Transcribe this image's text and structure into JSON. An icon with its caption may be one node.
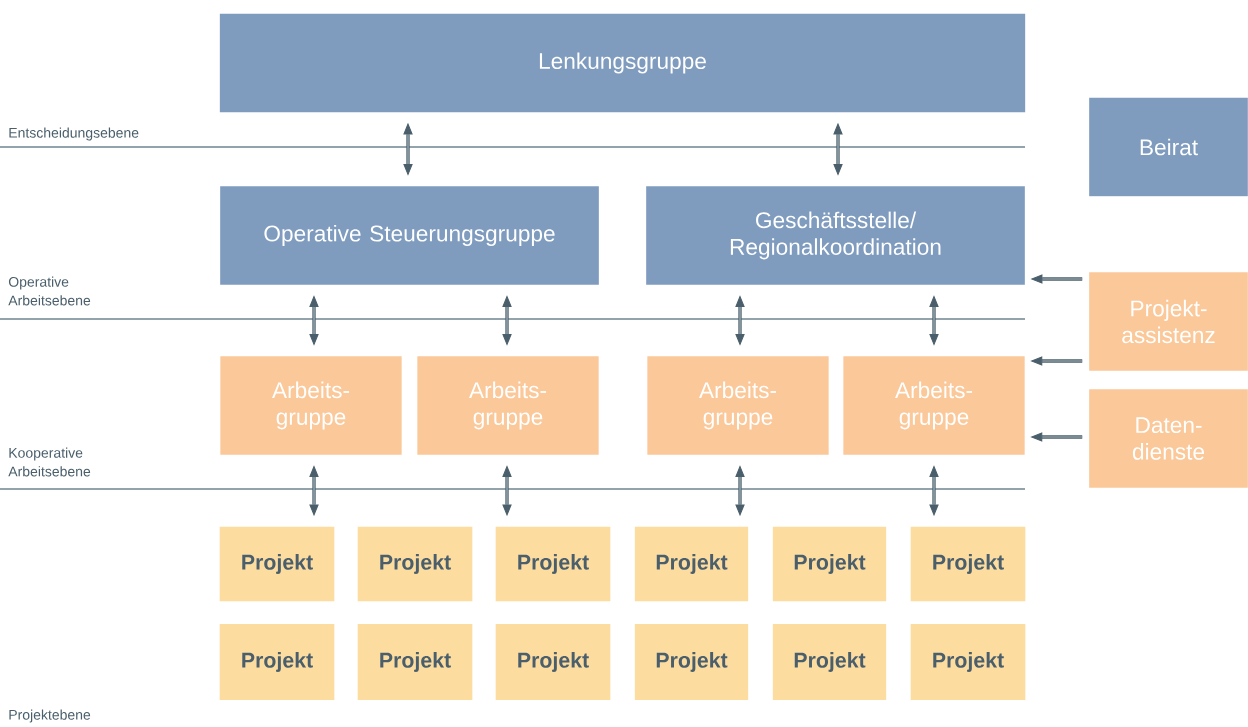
{
  "diagram": {
    "nodes": [
      {
        "text": [
          "Lenkungsgruppe"
        ]
      },
      {
        "text": [
          "Beirat"
        ]
      },
      {
        "text": [
          "Operative Steuerungsgruppe"
        ]
      },
      {
        "text": [
          "Geschäftsstelle/ Regionalkoordination"
        ]
      },
      {
        "text": [
          "Projekt- assistenz"
        ]
      },
      {
        "text": [
          "Arbeits- gruppe"
        ]
      },
      {
        "text": [
          "Arbeits- gruppe"
        ]
      },
      {
        "text": [
          "Arbeits- gruppe"
        ]
      },
      {
        "text": [
          "Arbeits- gruppe"
        ]
      },
      {
        "text": [
          "Daten- dienste"
        ]
      },
      {
        "text": [
          "Projekt"
        ]
      },
      {
        "text": [
          "Projekt"
        ]
      },
      {
        "text": [
          "Projekt"
        ]
      },
      {
        "text": [
          "Projekt"
        ]
      },
      {
        "text": [
          "Projekt"
        ]
      },
      {
        "text": [
          "Projekt"
        ]
      },
      {
        "text": [
          "Projekt"
        ]
      },
      {
        "text": [
          "Projekt"
        ]
      },
      {
        "text": [
          "Projekt"
        ]
      },
      {
        "text": [
          "Projekt"
        ]
      },
      {
        "text": [
          "Projekt"
        ]
      },
      {
        "text": [
          "Projekt"
        ]
      }
    ],
    "edges": [
      {
        "from": 0,
        "to": 2,
        "arrow": "both"
      },
      {
        "from": 0,
        "to": 3,
        "arrow": "both"
      },
      {
        "from": 2,
        "to": 5,
        "arrow": "both"
      },
      {
        "from": 2,
        "to": 6,
        "arrow": "both"
      },
      {
        "from": 3,
        "to": 7,
        "arrow": "both"
      },
      {
        "from": 3,
        "to": 8,
        "arrow": "both"
      },
      {
        "from": 5,
        "to": 10,
        "arrow": "both"
      },
      {
        "from": 6,
        "to": 12,
        "arrow": "both"
      },
      {
        "from": 7,
        "to": 13,
        "arrow": "both"
      },
      {
        "from": 8,
        "to": 15,
        "arrow": "both"
      },
      {
        "from": 4,
        "to": 3,
        "arrow": "to"
      },
      {
        "from": 4,
        "to": 8,
        "arrow": "to"
      },
      {
        "from": 9,
        "to": 8,
        "arrow": "to"
      }
    ],
    "labels": [
      "Entscheidungsebene",
      "Operative Arbeitsebene",
      "Kooperative Arbeitsebene",
      "Projektebene"
    ]
  }
}
